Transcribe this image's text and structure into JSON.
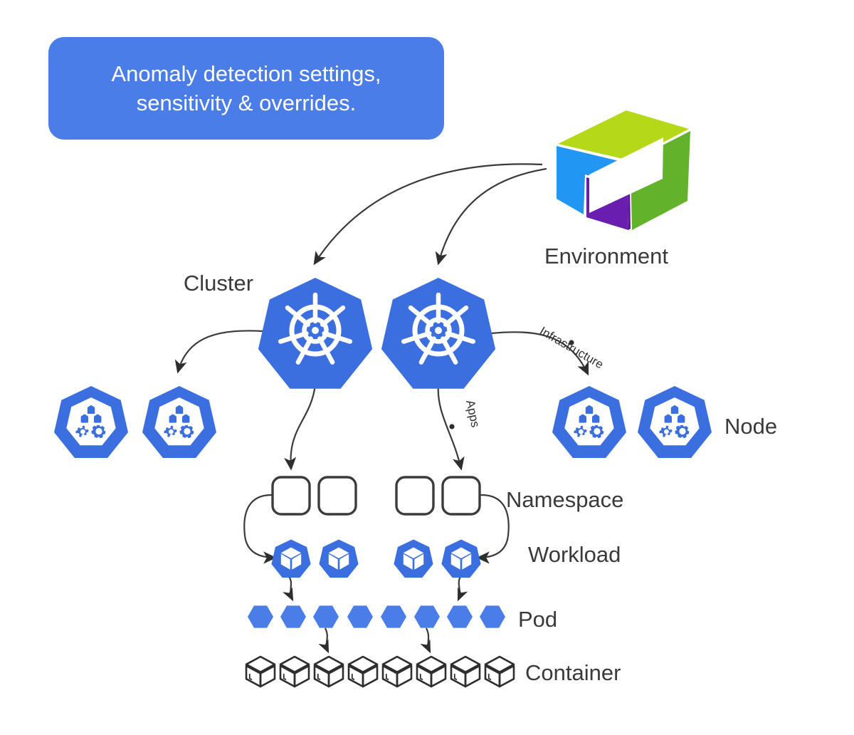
{
  "callout": {
    "text": "Anomaly detection settings,\nsensitivity & overrides.",
    "bg_color": "#4a7de8",
    "text_color": "#ffffff"
  },
  "colors": {
    "kubernetes_blue": "#3b6fe0",
    "pod_blue": "#4a7de8",
    "container_outline": "#2e2e2e",
    "namespace_outline": "#3c3c3c",
    "arrow_stroke": "#3a3a3a",
    "label_text": "#3a3a3a",
    "cube_top": "#b5d918",
    "cube_right": "#63b22c",
    "cube_left_upper": "#2196f3",
    "cube_bottom_left": "#6a1eb0",
    "cube_center": "#ffffff"
  },
  "labels": {
    "environment": "Environment",
    "cluster": "Cluster",
    "node": "Node",
    "namespace": "Namespace",
    "workload": "Workload",
    "pod": "Pod",
    "container": "Container"
  },
  "edge_labels": {
    "infrastructure": "Infrastructure",
    "apps": "Apps"
  },
  "icons": {
    "environment": "dynatrace-cube-icon",
    "cluster": "kubernetes-helm-icon",
    "node": "kubernetes-node-icon",
    "namespace": "rounded-square-icon",
    "workload": "kubernetes-workload-cube-icon",
    "pod": "hexagon-pod-icon",
    "container": "container-cube-icon"
  },
  "hierarchy": {
    "levels": [
      {
        "name": "Environment",
        "count": 1
      },
      {
        "name": "Cluster",
        "count": 2
      },
      {
        "name": "Node",
        "count": 4
      },
      {
        "name": "Namespace",
        "count": 4
      },
      {
        "name": "Workload",
        "count": 4
      },
      {
        "name": "Pod",
        "count": 8
      },
      {
        "name": "Container",
        "count": 8
      }
    ]
  }
}
